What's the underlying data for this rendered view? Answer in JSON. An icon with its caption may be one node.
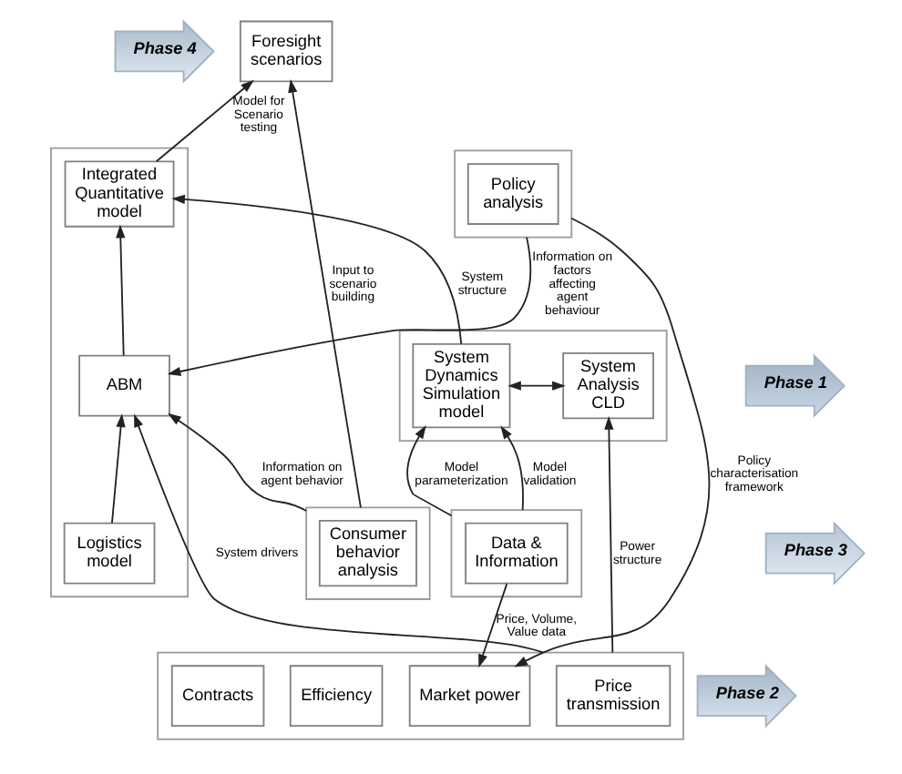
{
  "diagram": {
    "nodes": [
      {
        "text": [
          "Phase 4"
        ]
      },
      {
        "text": [
          "Foresight scenarios"
        ]
      },
      {
        "text": [],
        "shape": "box"
      },
      {
        "text": [
          "Integrated Quantitative model"
        ],
        "in": 2
      },
      {
        "text": [
          "ABM"
        ],
        "in": 2
      },
      {
        "text": [
          "Logistics model"
        ],
        "in": 2
      },
      {
        "text": [],
        "shape": "box"
      },
      {
        "text": [
          "Policy analysis"
        ],
        "in": 6
      },
      {
        "text": [
          "Phase 1"
        ]
      },
      {
        "text": [],
        "shape": "box"
      },
      {
        "text": [
          "System Analysis",
          "CLD"
        ],
        "in": 9
      },
      {
        "text": [
          "System Dynamics",
          "Simulation model"
        ],
        "in": 9
      },
      {
        "text": [],
        "shape": "box"
      },
      {
        "text": [
          "Data & Information"
        ],
        "in": 12
      },
      {
        "text": [
          "Phase 3"
        ]
      },
      {
        "text": [],
        "shape": "box"
      },
      {
        "text": [
          "Consumer behavior analysis"
        ],
        "in": 15
      },
      {
        "text": [],
        "shape": "box"
      },
      {
        "text": [
          "Price transmission"
        ],
        "in": 17
      },
      {
        "text": [
          "Market power"
        ],
        "in": 17
      },
      {
        "text": [
          "Efficiency"
        ],
        "in": 17
      },
      {
        "text": [
          "Contracts"
        ],
        "in": 17
      },
      {
        "text": [
          "Phase 2"
        ]
      }
    ],
    "edges": [
      {
        "from": 15,
        "to": 1,
        "arrow": "to",
        "label": "Input to scenario building"
      },
      {
        "from": 3,
        "to": 1,
        "arrow": "to",
        "label": "Model for Scenario testing"
      },
      {
        "from": 11,
        "to": 3,
        "arrow": "to",
        "label": "System structure"
      },
      {
        "from": 6,
        "to": 4,
        "arrow": "to",
        "label": "Information on factors affecting agent behaviour"
      },
      {
        "from": 4,
        "to": 3,
        "arrow": "to"
      },
      {
        "from": 5,
        "to": 4,
        "arrow": "to"
      },
      {
        "from": 15,
        "to": 4,
        "arrow": "to",
        "label": "Information on agent behavior"
      },
      {
        "from": 17,
        "to": 4,
        "arrow": "to",
        "label": "System drivers"
      },
      {
        "from": 10,
        "to": 11,
        "arrow": "both"
      },
      {
        "from": 17,
        "to": 10,
        "arrow": "to",
        "label": "Power structure"
      },
      {
        "from": 6,
        "to": 19,
        "arrow": "to",
        "label": "Policy characterisation framework"
      },
      {
        "from": 12,
        "to": 11,
        "arrow": "to",
        "label": "Model validation"
      },
      {
        "from": 12,
        "to": 11,
        "arrow": "to",
        "label": "Model parameterization"
      },
      {
        "from": 13,
        "to": 19,
        "arrow": "to",
        "label": "Price, Volume, Value data"
      }
    ]
  }
}
